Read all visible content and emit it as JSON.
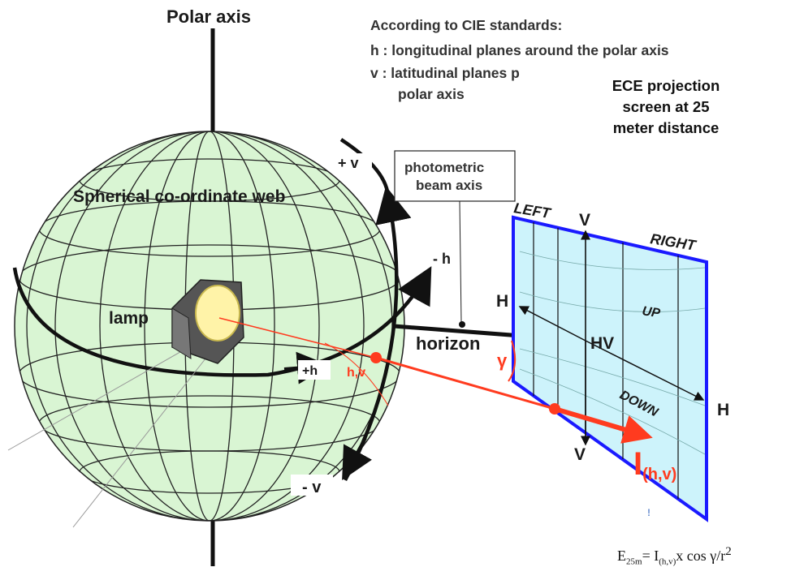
{
  "polar_axis_label": "Polar axis",
  "cie": {
    "heading": "According to CIE standards:",
    "h_line": "h :  longitudinal planes around the polar axis",
    "v_line": "v : latitudinal planes p",
    "v_line_cont": "polar axis"
  },
  "ece_note": {
    "line1": "ECE projection",
    "line2": "screen at 25",
    "line3": "meter distance"
  },
  "sphere": {
    "web_label": "Spherical co-ordinate web",
    "fill_color": "#d9f5d3"
  },
  "labels": {
    "plus_v": "+ v",
    "minus_v": "- v",
    "plus_h": "+h",
    "minus_h": "- h",
    "lamp": "lamp",
    "hv_point": "h,v",
    "horizon": "horizon",
    "gamma": "γ",
    "photometric_line1": "photometric",
    "photometric_line2": "beam axis"
  },
  "screen": {
    "left": "LEFT",
    "right": "RIGHT",
    "up": "UP",
    "down": "DOWN",
    "v_top": "V",
    "v_bottom": "V",
    "h_left": "H",
    "h_right": "H",
    "hv": "HV",
    "intensity_main": "I",
    "intensity_sub": "(h,v)",
    "fill_color": "#cdf3fb",
    "border_color": "#1a1aff"
  },
  "formula": {
    "e": "E",
    "e_sub": "25m",
    "eq": "= I",
    "i_sub": "(h,v)",
    "rest": "x cos γ/r",
    "sup": "2"
  },
  "colors": {
    "ray": "#ff3b1f",
    "black": "#111111",
    "grid": "#222222"
  }
}
